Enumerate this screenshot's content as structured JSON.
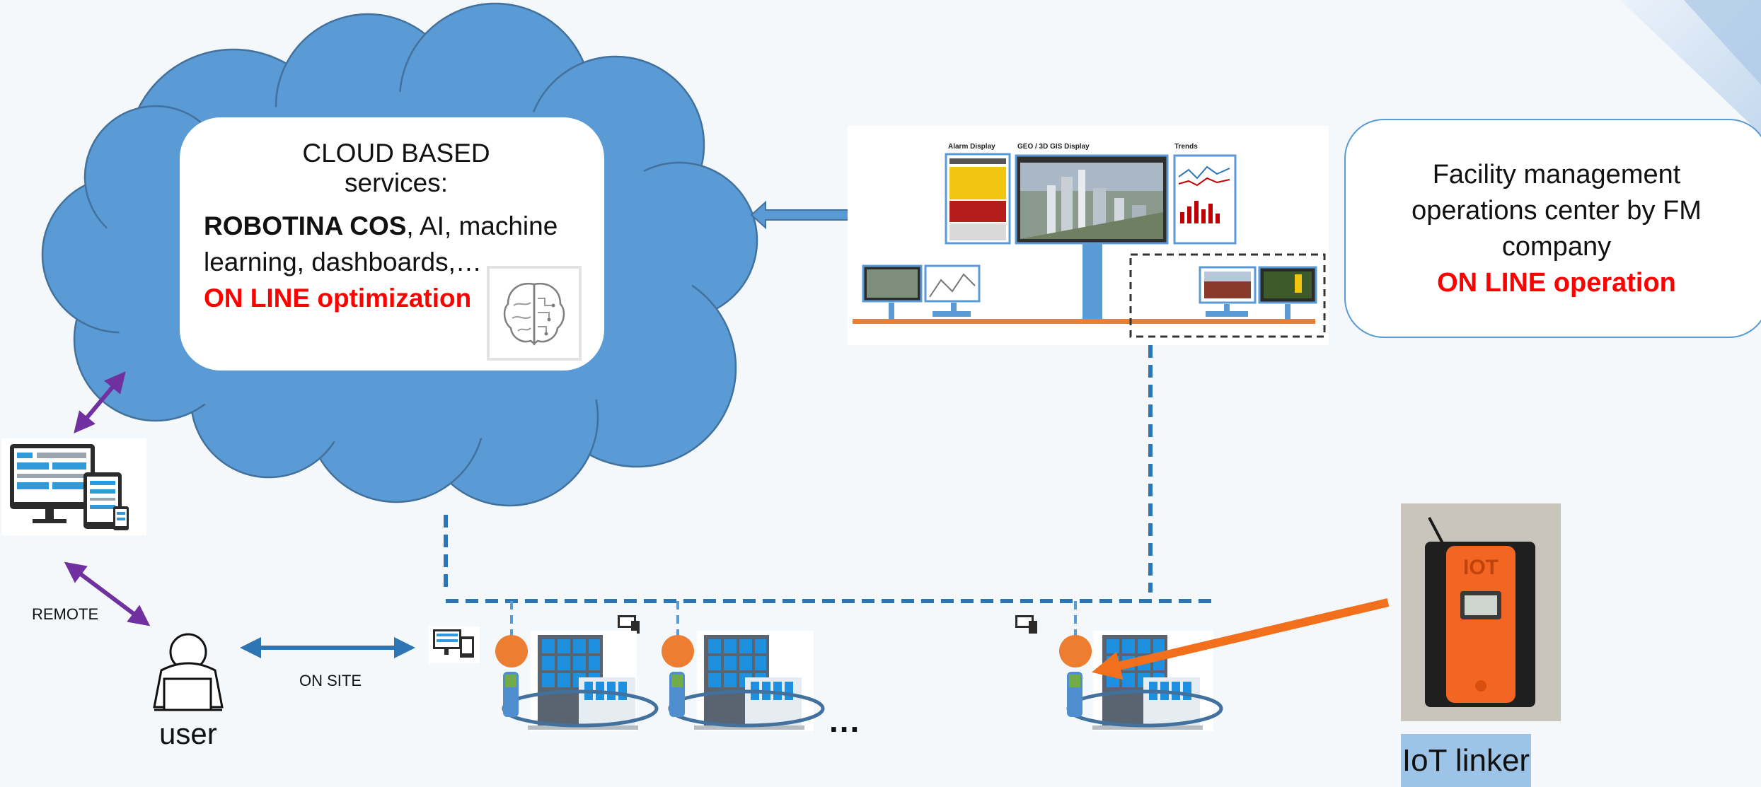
{
  "cloud": {
    "title": "CLOUD BASED services:",
    "text_bold": "ROBOTINA COS",
    "text_rest": ", AI, machine learning, dashboards,…",
    "highlight": "ON LINE optimization"
  },
  "operations_center": {
    "line1": "Facility management",
    "line2": "operations center by FM",
    "line3": "company",
    "highlight": "ON LINE operation",
    "panels": [
      "Alarm Display",
      "GEO / 3D GIS Display",
      "Trends"
    ]
  },
  "labels": {
    "remote": "REMOTE",
    "on_site": "ON SITE",
    "user": "user",
    "ellipsis": "...",
    "iot_linker": "IoT linker",
    "iot_device_text": "IOT"
  },
  "colors": {
    "cloud": "#5b9bd5",
    "cloud_outline": "#41719c",
    "arrow_blue": "#2e75b6",
    "arrow_purple": "#7030a0",
    "arrow_orange": "#f26f1c",
    "highlight_red": "#ff0000",
    "iot_label_bg": "#9dc3e6"
  }
}
